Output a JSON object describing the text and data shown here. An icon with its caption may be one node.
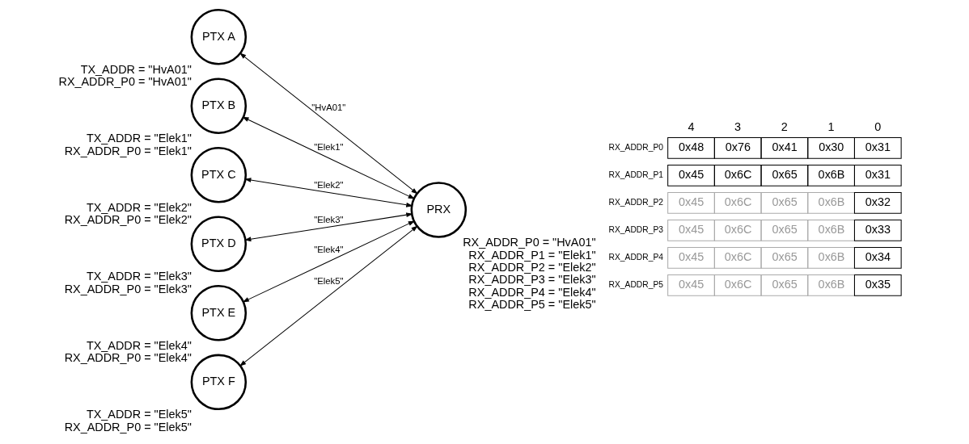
{
  "diagram": {
    "nodes": [
      {
        "text": [
          "PTX A"
        ],
        "beside": [
          "TX_ADDR = \"HvA01\"",
          "RX_ADDR_P0 = \"HvA01\""
        ]
      },
      {
        "text": [
          "PTX B"
        ],
        "beside": [
          "TX_ADDR = \"Elek1\"",
          "RX_ADDR_P0 = \"Elek1\""
        ]
      },
      {
        "text": [
          "PTX C"
        ],
        "beside": [
          "TX_ADDR = \"Elek2\"",
          "RX_ADDR_P0 = \"Elek2\""
        ]
      },
      {
        "text": [
          "PTX D"
        ],
        "beside": [
          "TX_ADDR = \"Elek3\"",
          "RX_ADDR_P0 = \"Elek3\""
        ]
      },
      {
        "text": [
          "PTX E"
        ],
        "beside": [
          "TX_ADDR = \"Elek4\"",
          "RX_ADDR_P0 = \"Elek4\""
        ]
      },
      {
        "text": [
          "PTX F"
        ],
        "beside": [
          "TX_ADDR = \"Elek5\"",
          "RX_ADDR_P0 = \"Elek5\""
        ]
      },
      {
        "text": [
          "PRX"
        ],
        "beside": [
          "RX_ADDR_P0 = \"HvA01\"",
          "RX_ADDR_P1 = \"Elek1\"",
          "RX_ADDR_P2 = \"Elek2\"",
          "RX_ADDR_P3 = \"Elek3\"",
          "RX_ADDR_P4 = \"Elek4\"",
          "RX_ADDR_P5 = \"Elek5\""
        ]
      }
    ],
    "edges": [
      {
        "from": 0,
        "to": 6,
        "arrow": "both",
        "label": "\"HvA01\""
      },
      {
        "from": 1,
        "to": 6,
        "arrow": "both",
        "label": "\"Elek1\""
      },
      {
        "from": 2,
        "to": 6,
        "arrow": "both",
        "label": "\"Elek2\""
      },
      {
        "from": 3,
        "to": 6,
        "arrow": "both",
        "label": "\"Elek3\""
      },
      {
        "from": 4,
        "to": 6,
        "arrow": "both",
        "label": "\"Elek4\""
      },
      {
        "from": 5,
        "to": 6,
        "arrow": "both",
        "label": "\"Elek5\""
      }
    ],
    "labels": [
      "4",
      "3",
      "2",
      "1",
      "0",
      "RX_ADDR_P0",
      "0x48",
      "0x76",
      "0x41",
      "0x30",
      "0x31",
      "RX_ADDR_P1",
      "0x45",
      "0x6C",
      "0x65",
      "0x6B",
      "0x31",
      "RX_ADDR_P2",
      "0x45",
      "0x6C",
      "0x65",
      "0x6B",
      "0x32",
      "RX_ADDR_P3",
      "0x45",
      "0x6C",
      "0x65",
      "0x6B",
      "0x33",
      "RX_ADDR_P4",
      "0x45",
      "0x6C",
      "0x65",
      "0x6B",
      "0x34",
      "RX_ADDR_P5",
      "0x45",
      "0x6C",
      "0x65",
      "0x6B",
      "0x35"
    ]
  }
}
